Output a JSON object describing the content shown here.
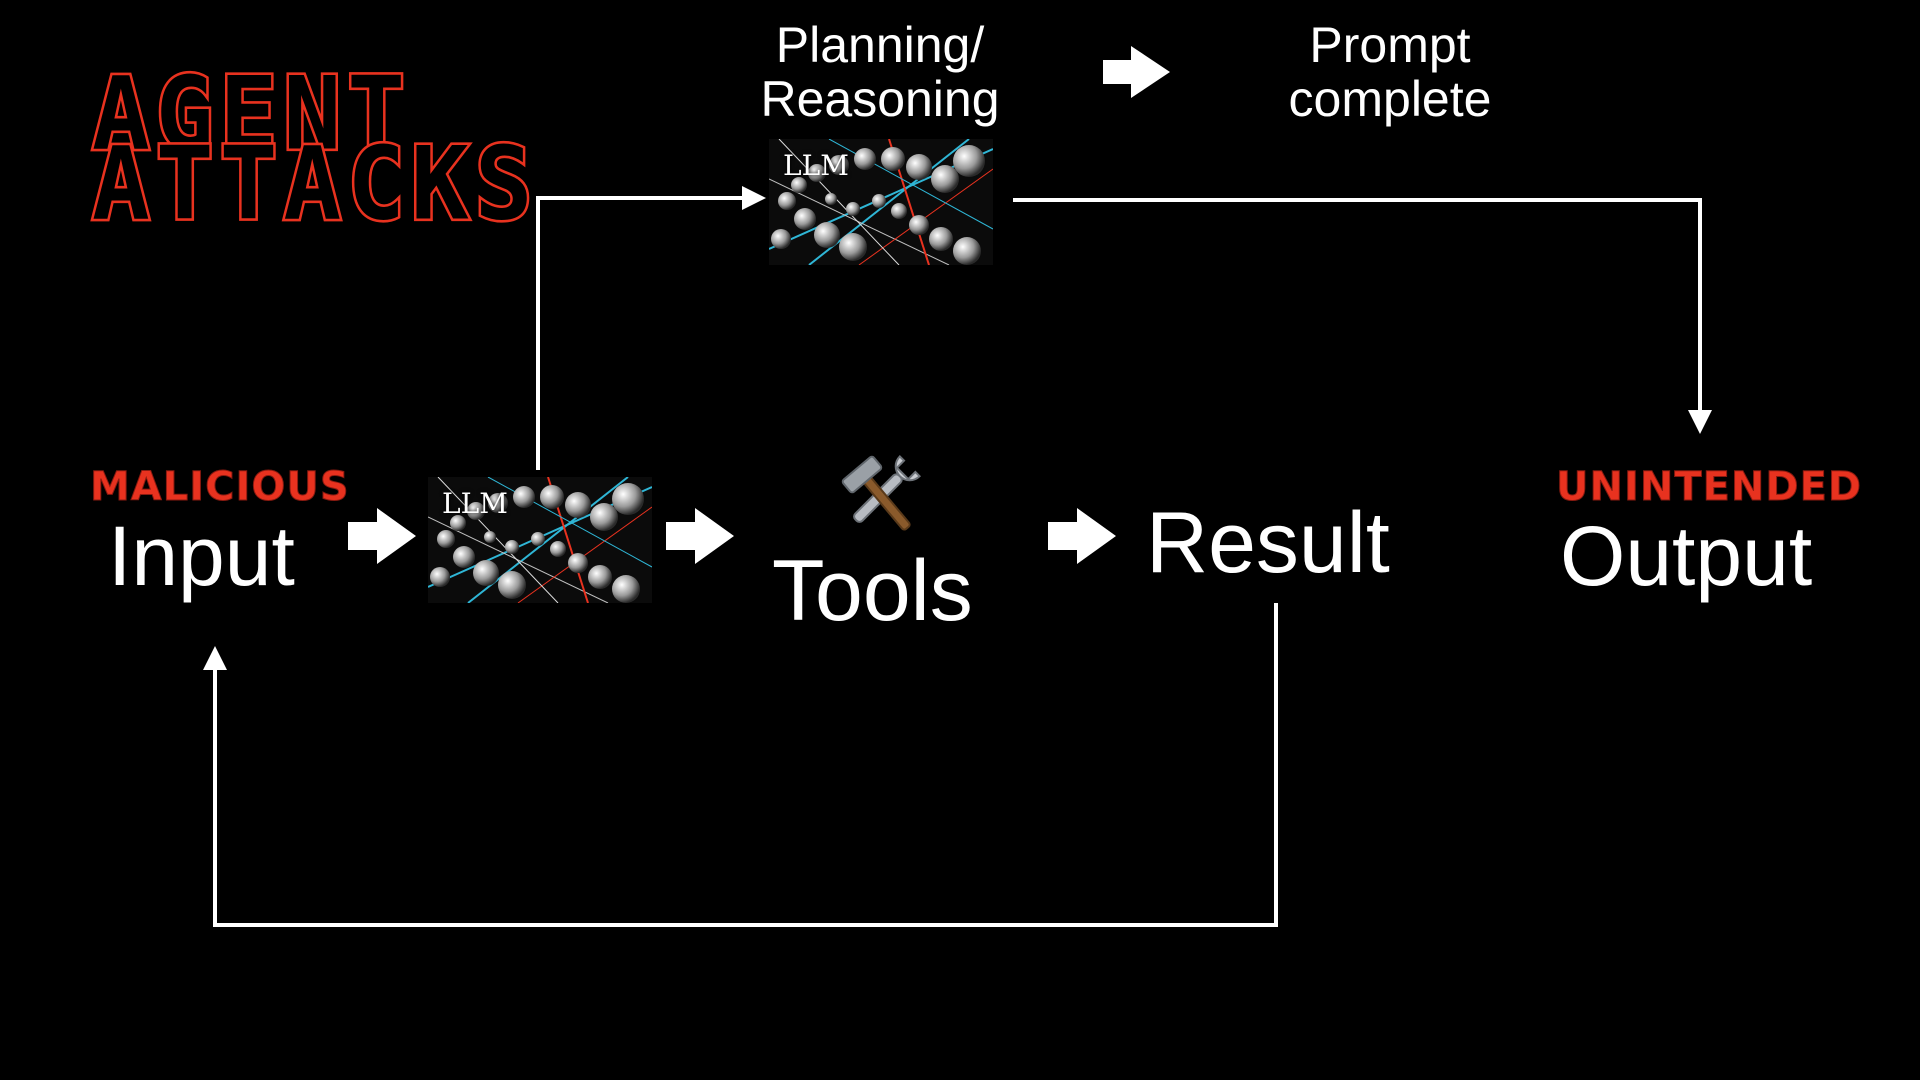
{
  "title": {
    "line1": "AGENT",
    "line2": "ATTACKS"
  },
  "nodes": {
    "input_qualifier": "MALICIOUS",
    "input": "Input",
    "llm_main": "LLM",
    "llm_planning": "LLM",
    "tools_icon": "hammer-and-wrench-icon",
    "tools": "Tools",
    "result": "Result",
    "output_qualifier": "UNINTENDED",
    "output": "Output",
    "planning_line1": "Planning/",
    "planning_line2": "Reasoning",
    "prompt_line1": "Prompt",
    "prompt_line2": "complete"
  },
  "colors": {
    "background": "#000000",
    "accent_red": "#e8321f",
    "text": "#ffffff",
    "connector": "#ffffff"
  }
}
